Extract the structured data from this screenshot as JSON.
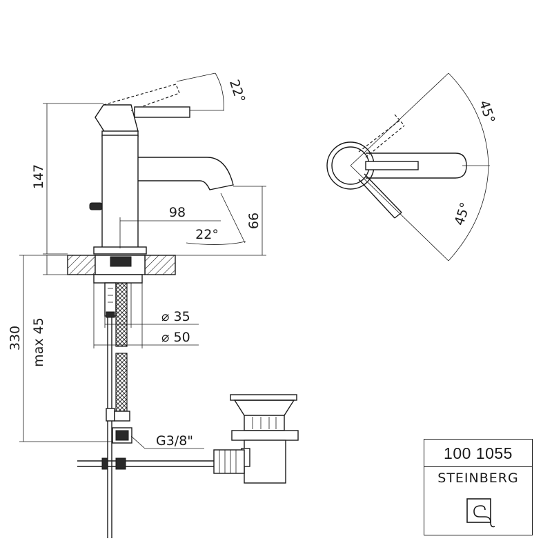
{
  "dimensions": {
    "height_147": "147",
    "spout_reach_98": "98",
    "spout_angle_22": "22°",
    "spout_height_66": "66",
    "lever_angle_22": "22°",
    "height_330": "330",
    "max_45": "max 45",
    "diameter_35": "⌀ 35",
    "diameter_50": "⌀ 50",
    "thread_g38": "G3/8\"",
    "top_angle_45_upper": "45°",
    "top_angle_45_lower": "45°"
  },
  "title_block": {
    "code": "100 1055",
    "brand": "STEINBERG"
  }
}
